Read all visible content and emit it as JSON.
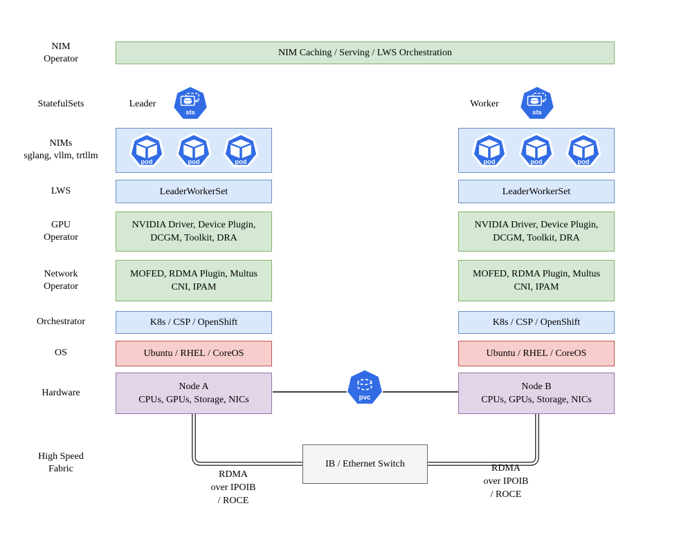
{
  "title_bar": {
    "label": "NIM Caching / Serving / LWS Orchestration"
  },
  "row_labels": {
    "nim_operator": "NIM\nOperator",
    "statefulsets": "StatefulSets",
    "nims": "NIMs\nsglang, vllm, trtllm",
    "lws": "LWS",
    "gpu_operator": "GPU\nOperator",
    "network_operator": "Network\nOperator",
    "orchestrator": "Orchestrator",
    "os": "OS",
    "hardware": "Hardware",
    "fabric": "High Speed\nFabric"
  },
  "statefulsets": {
    "leader_label": "Leader",
    "leader_sts_icon": "sts",
    "worker_label": "Worker",
    "worker_sts_icon": "sts"
  },
  "columns": {
    "left": {
      "pods": [
        "pod",
        "pod",
        "pod"
      ],
      "lws": "LeaderWorkerSet",
      "gpu": "NVIDIA Driver, Device Plugin,\nDCGM, Toolkit, DRA",
      "network": "MOFED, RDMA Plugin, Multus\nCNI, IPAM",
      "orchestrator": "K8s / CSP / OpenShift",
      "os": "Ubuntu / RHEL / CoreOS",
      "node": "Node A\nCPUs, GPUs, Storage, NICs",
      "rdma": "RDMA\nover IPOIB\n/ ROCE"
    },
    "right": {
      "pods": [
        "pod",
        "pod",
        "pod"
      ],
      "lws": "LeaderWorkerSet",
      "gpu": "NVIDIA Driver, Device Plugin,\nDCGM, Toolkit, DRA",
      "network": "MOFED, RDMA Plugin, Multus\nCNI, IPAM",
      "orchestrator": "K8s / CSP / OpenShift",
      "os": "Ubuntu / RHEL / CoreOS",
      "node": "Node B\nCPUs, GPUs, Storage, NICs",
      "rdma": "RDMA\nover IPOIB\n/ ROCE"
    }
  },
  "storage": {
    "pvc_icon": "pvc"
  },
  "fabric_switch": {
    "label": "IB / Ethernet Switch"
  },
  "colors": {
    "green_fill": "#d5e8d4",
    "green_stroke": "#82b366",
    "blue_fill": "#dae8fc",
    "blue_stroke": "#6c8ebf",
    "red_fill": "#f8cecc",
    "red_stroke": "#b85450",
    "purple_fill": "#e1d5e7",
    "purple_stroke": "#9673a6",
    "gray_fill": "#f5f5f5",
    "gray_stroke": "#666666",
    "kubernetes_blue": "#326ce5"
  }
}
